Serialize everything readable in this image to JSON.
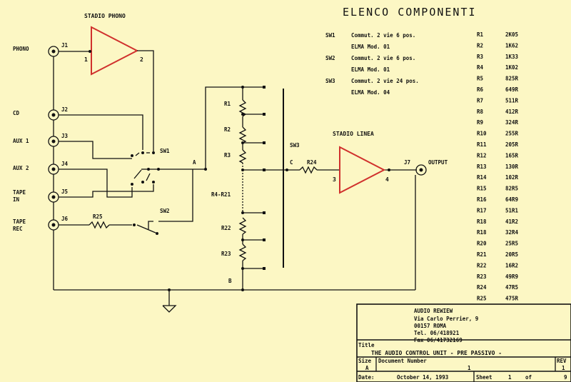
{
  "title": "ELENCO COMPONENTI",
  "stages": {
    "phono": "STADIO PHONO",
    "line": "STADIO LINEA"
  },
  "inputs": [
    {
      "label": [
        "PHONO"
      ],
      "jack": "J1"
    },
    {
      "label": [
        "CD"
      ],
      "jack": "J2"
    },
    {
      "label": [
        "AUX 1"
      ],
      "jack": "J3"
    },
    {
      "label": [
        "AUX 2"
      ],
      "jack": "J4"
    },
    {
      "label": [
        "TAPE",
        "IN"
      ],
      "jack": "J5"
    },
    {
      "label": [
        "TAPE",
        "REC"
      ],
      "jack": "J6"
    }
  ],
  "output": {
    "jack": "J7",
    "label": "OUTPUT"
  },
  "switch_labels": {
    "sw1": "SW1",
    "sw2": "SW2",
    "sw3": "SW3"
  },
  "node_labels": {
    "a": "A",
    "b": "B",
    "c": "C"
  },
  "pins": {
    "phono_in": "1",
    "phono_out": "2",
    "line_in": "3",
    "line_out": "4"
  },
  "ladder_labels": {
    "r1": "R1",
    "r2": "R2",
    "r3": "R3",
    "r4_21": "R4-R21",
    "r22": "R22",
    "r23": "R23",
    "r24": "R24",
    "r25": "R25"
  },
  "switch_list": [
    [
      "SW1",
      "Commut. 2 vie 6 pos."
    ],
    [
      "",
      "ELMA  Mod. 01"
    ],
    [
      "SW2",
      "Commut. 2 vie 6 pos."
    ],
    [
      "",
      "ELMA  Mod. 01"
    ],
    [
      "SW3",
      "Commut. 2 vie 24 pos."
    ],
    [
      "",
      "ELMA  Mod. 04"
    ]
  ],
  "resistors": [
    [
      "R1",
      "2K05"
    ],
    [
      "R2",
      "1K62"
    ],
    [
      "R3",
      "1K33"
    ],
    [
      "R4",
      "1K02"
    ],
    [
      "R5",
      "825R"
    ],
    [
      "R6",
      "649R"
    ],
    [
      "R7",
      "511R"
    ],
    [
      "R8",
      "412R"
    ],
    [
      "R9",
      "324R"
    ],
    [
      "R10",
      "255R"
    ],
    [
      "R11",
      "205R"
    ],
    [
      "R12",
      "165R"
    ],
    [
      "R13",
      "130R"
    ],
    [
      "R14",
      "102R"
    ],
    [
      "R15",
      "82R5"
    ],
    [
      "R16",
      "64R9"
    ],
    [
      "R17",
      "51R1"
    ],
    [
      "R18",
      "41R2"
    ],
    [
      "R18",
      "32R4"
    ],
    [
      "R20",
      "25R5"
    ],
    [
      "R21",
      "20R5"
    ],
    [
      "R22",
      "16R2"
    ],
    [
      "R23",
      "49R9"
    ],
    [
      "R24",
      "47R5"
    ],
    [
      "R25",
      "475R"
    ]
  ],
  "title_block": {
    "company": [
      "AUDIO  REWIEW",
      "Via Carlo  Perrier, 9",
      "00157  ROMA",
      "Tel. 06/418921",
      "Fax  06/41732169"
    ],
    "title_label": "Title",
    "title": "THE AUDIO CONTROL UNIT - PRE PASSIVO -",
    "size_label": "Size",
    "size": "A",
    "docnum_label": "Document Number",
    "docnum": "1",
    "rev_label": "REV",
    "rev": "1",
    "date_label": "Date:",
    "date": "October 14, 1993",
    "sheet_label": "Sheet",
    "sheet": "1",
    "of_label": "of",
    "of": "9"
  }
}
